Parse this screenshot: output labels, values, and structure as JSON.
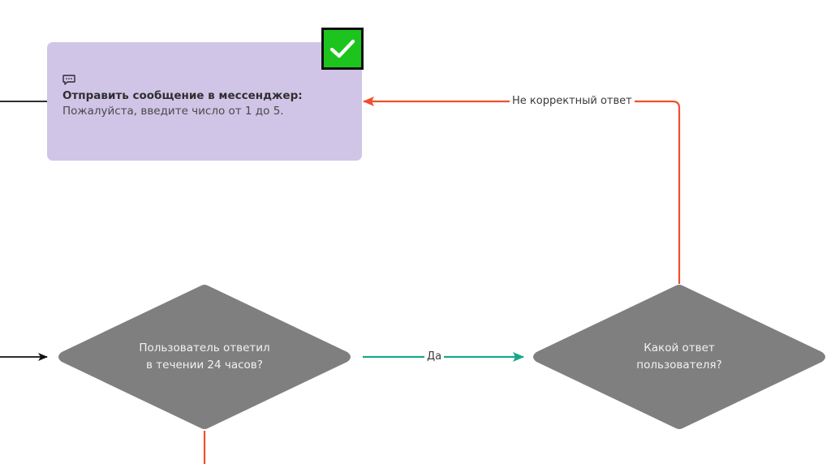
{
  "colors": {
    "action_node": "#d0c5e7",
    "decision_node": "#7f7f7f",
    "edge_incorrect": "#ee4f2f",
    "edge_yes": "#17a88b",
    "edge_default": "#111111",
    "check_badge": "#1ec41e"
  },
  "action_node": {
    "icon": "message-icon",
    "title": "Отправить сообщение в мессенджер:",
    "body": "Пожалуйста, введите число от 1 до 5.",
    "status_icon": "checkmark-icon",
    "completed": true
  },
  "decision_nodes": [
    {
      "id": "replied-24h",
      "line1": "Пользователь ответил",
      "line2": "в течении 24 часов?"
    },
    {
      "id": "which-answer",
      "line1": "Какой ответ",
      "line2": "пользователя?"
    }
  ],
  "edges": {
    "incorrect_label": "Не корректный ответ",
    "yes_label": "Да"
  }
}
